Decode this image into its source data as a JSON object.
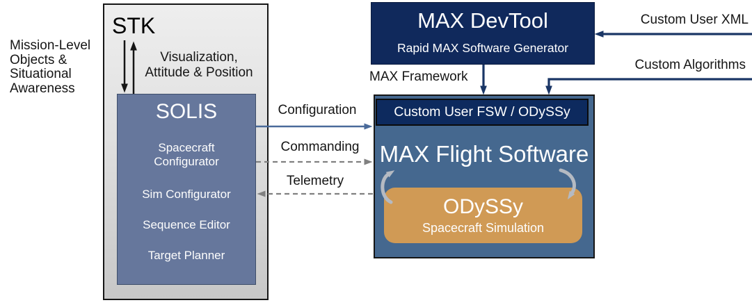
{
  "colors": {
    "navy_box": "#10295c",
    "fsw_blue": "#45688f",
    "solis_blue": "#66779c",
    "odyssy_orange": "#d09a55",
    "arrow_navy": "#1a3666",
    "arrow_blue": "#4a6a9a",
    "arrow_gray": "#808080",
    "loop_arrow_gray": "#b5bac2",
    "container_gray": "#d9d9d9"
  },
  "left_annotation": {
    "text": "Mission-Level\nObjects &\nSituational\nAwareness"
  },
  "stk": {
    "title": "STK",
    "exchange_label": "Visualization,\nAttitude & Position"
  },
  "solis": {
    "title": "SOLIS",
    "items": [
      "Spacecraft\nConfigurator",
      "Sim Configurator",
      "Sequence Editor",
      "Target Planner"
    ]
  },
  "devtool": {
    "title": "MAX DevTool",
    "subtitle": "Rapid MAX Software Generator"
  },
  "inputs": {
    "custom_user_xml": "Custom User XML",
    "custom_algorithms": "Custom Algorithms",
    "max_framework": "MAX Framework"
  },
  "fsw": {
    "header": "Custom User FSW / ODySSy",
    "title": "MAX Flight Software",
    "odyssy": {
      "title": "ODySSy",
      "subtitle": "Spacecraft Simulation"
    }
  },
  "links": {
    "configuration": "Configuration",
    "commanding": "Commanding",
    "telemetry": "Telemetry"
  }
}
